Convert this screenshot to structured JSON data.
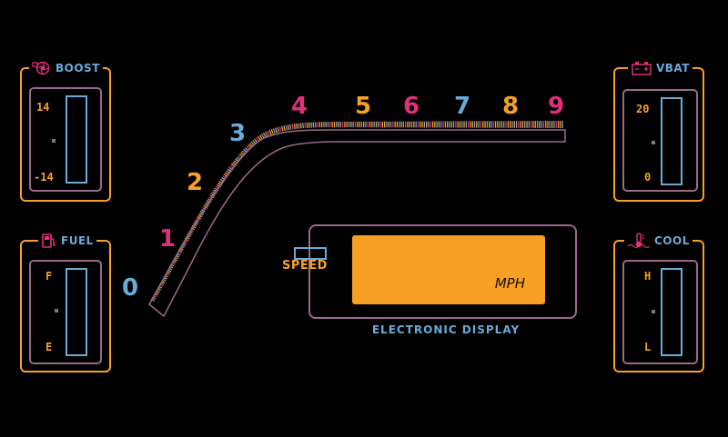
{
  "gauges": {
    "boost": {
      "title": "BOOST",
      "top_label": "14",
      "bottom_label": "-14",
      "icon": "turbo-icon"
    },
    "vbat": {
      "title": "VBAT",
      "top_label": "20",
      "bottom_label": "0",
      "icon": "battery-icon"
    },
    "fuel": {
      "title": "FUEL",
      "top_label": "F",
      "bottom_label": "E",
      "icon": "fuel-pump-icon"
    },
    "cool": {
      "title": "COOL",
      "top_label": "H",
      "bottom_label": "L",
      "icon": "coolant-temp-icon"
    }
  },
  "tach": {
    "numbers": [
      "0",
      "1",
      "2",
      "3",
      "4",
      "5",
      "6",
      "7",
      "8",
      "9"
    ],
    "number_colors": [
      "#6aa9d8",
      "#e0307a",
      "#f7a028",
      "#6aa9d8",
      "#e0307a",
      "#f7a028",
      "#e0307a",
      "#6aa9d8",
      "#f7a028",
      "#e0307a"
    ]
  },
  "display": {
    "speed_label": "SPEED",
    "unit": "MPH",
    "caption": "ELECTRONIC DISPLAY",
    "lcd_color": "#f8a026"
  },
  "colors": {
    "orange": "#f7a028",
    "blue": "#6aa9d8",
    "pink": "#e0307a",
    "mauve": "#9a6a8a"
  }
}
